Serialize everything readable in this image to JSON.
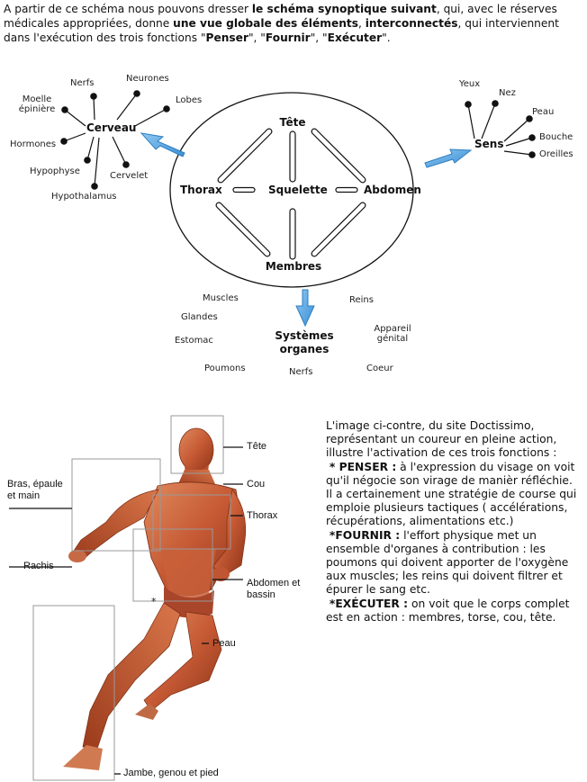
{
  "intro": {
    "p1": "A partir de ce schéma nous pouvons dresser ",
    "b1": "le schéma synoptique suivant",
    "p2": ", qui, avec le réserves médicales appropriées, donne ",
    "b2": "une vue globale des éléments",
    "p3": ", ",
    "b3": "interconnectés",
    "p4": ", qui interviennent dans l'exécution des trois fonctions \"",
    "b4": "Penser",
    "p5": "\", \"",
    "b5": "Fournir",
    "p6": "\", \"",
    "b6": "Exécuter",
    "p7": "\"."
  },
  "diagram": {
    "center": {
      "tete": "Tête",
      "thorax": "Thorax",
      "squelette": "Squelette",
      "abdomen": "Abdomen",
      "membres": "Membres"
    },
    "cerveau": {
      "label": "Cerveau",
      "items": [
        "Nerfs",
        "Neurones",
        "Lobes",
        "Moelle épinière",
        "Hormones",
        "Hypophyse",
        "Cervelet",
        "Hypothalamus"
      ]
    },
    "sens": {
      "label": "Sens",
      "items": [
        "Yeux",
        "Nez",
        "Peau",
        "Bouche",
        "Oreilles"
      ]
    },
    "systemes": {
      "label_line1": "Systèmes",
      "label_line2": "organes",
      "items": [
        "Muscles",
        "Glandes",
        "Estomac",
        "Poumons",
        "Nerfs",
        "Reins",
        "Appareil génital",
        "Coeur"
      ]
    },
    "colors": {
      "arrow": "#5aa7e3",
      "arrow_stroke": "#2f7fc0",
      "line": "#111111"
    }
  },
  "runner": {
    "labels": {
      "tete": "Tête",
      "cou": "Cou",
      "thorax": "Thorax",
      "abdomen": "Abdomen et bassin",
      "peau": "Peau",
      "jambe": "Jambe, genou et pied",
      "bras": "Bras, épaule et main",
      "rachis": "Rachis"
    },
    "asterisk": "*",
    "colors": {
      "muscle": "#c65a35",
      "muscle_dark": "#8e3418",
      "skin": "#e3a37a"
    }
  },
  "right_text": {
    "intro": "L'image ci-contre, du site Doctissimo, représentant un coureur en pleine action, illustre l'activation de ces trois fonctions :",
    "penser_label": "* PENSER :",
    "penser_text": " à l'expression du visage on voit qu'il négocie son virage de manièr réfléchie. Il a certainement une stratégie de course qui emploie plusieurs tactiques ( accélérations, récupérations, alimentations etc.)",
    "fournir_label": "*FOURNIR :",
    "fournir_text": " l'effort physique met un ensemble d'organes à contribution : les poumons qui doivent apporter de l'oxygène aux muscles; les reins qui doivent filtrer et épurer le sang etc.",
    "executer_label": "*EXÉCUTER :",
    "executer_text": " on voit que le corps complet est en action : membres, torse, cou, tête."
  }
}
